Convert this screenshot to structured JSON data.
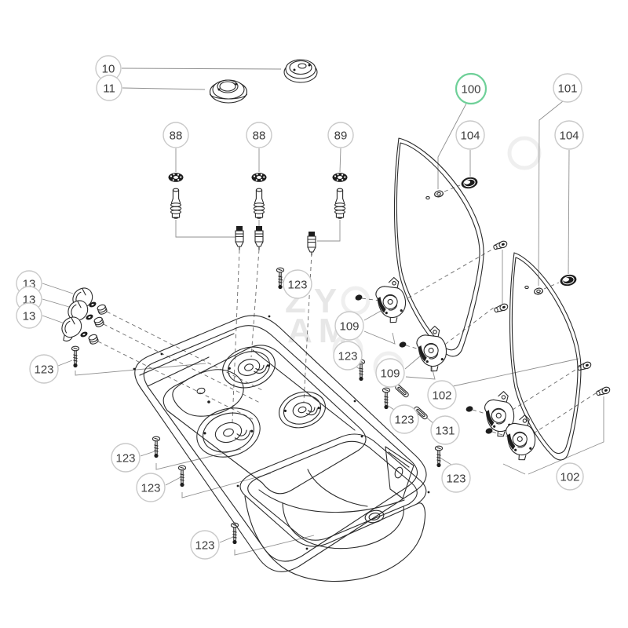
{
  "colors": {
    "accent_green": "#6ed098",
    "diagram_line": "#2b2b2b",
    "callout_ring": "#c9c9c9",
    "callout_text": "#3d3d3d"
  },
  "watermark": {
    "line1": "ZY",
    "line2": "AM"
  },
  "callouts": [
    {
      "label": "10"
    },
    {
      "label": "11"
    },
    {
      "label": "88"
    },
    {
      "label": "88"
    },
    {
      "label": "89"
    },
    {
      "label": "100",
      "highlighted": true
    },
    {
      "label": "101"
    },
    {
      "label": "104"
    },
    {
      "label": "104"
    },
    {
      "label": "13"
    },
    {
      "label": "13"
    },
    {
      "label": "13"
    },
    {
      "label": "123"
    },
    {
      "label": "123"
    },
    {
      "label": "109"
    },
    {
      "label": "123"
    },
    {
      "label": "109"
    },
    {
      "label": "102"
    },
    {
      "label": "123"
    },
    {
      "label": "131"
    },
    {
      "label": "123"
    },
    {
      "label": "123"
    },
    {
      "label": "123"
    },
    {
      "label": "123"
    },
    {
      "label": "102"
    }
  ]
}
